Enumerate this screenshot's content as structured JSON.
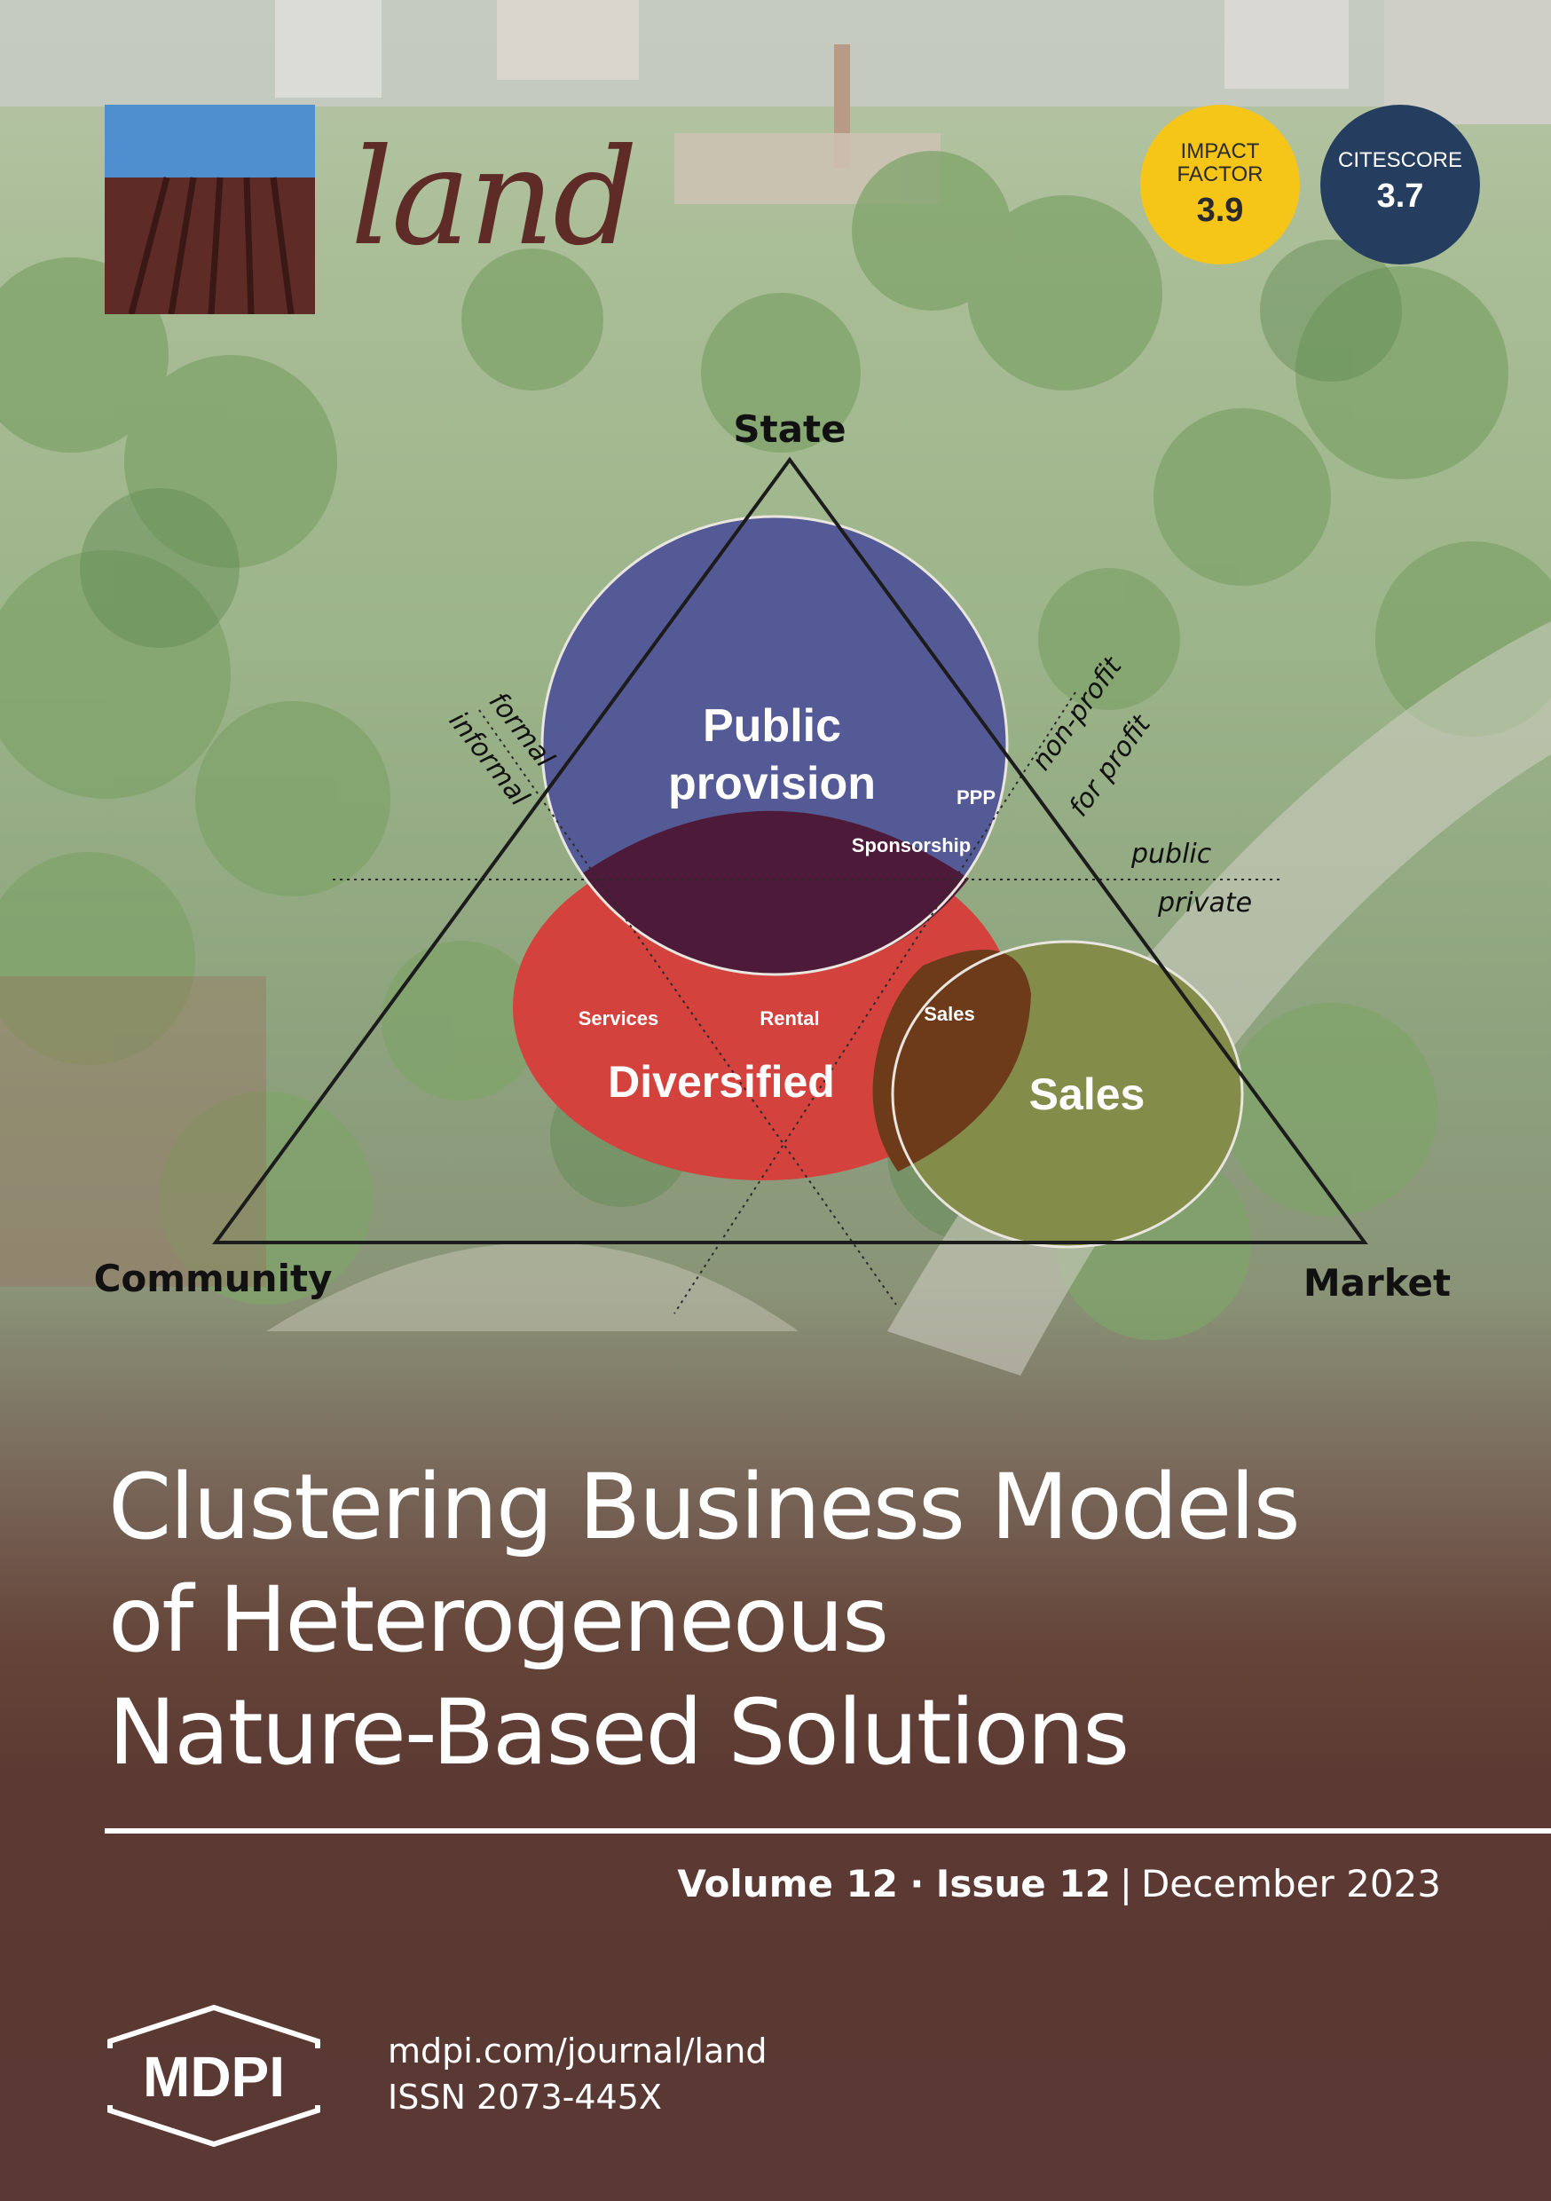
{
  "journal": {
    "name": "land"
  },
  "badges": {
    "impact_factor": {
      "label": "IMPACT FACTOR",
      "value": "3.9",
      "color": "#f5c518"
    },
    "citescore": {
      "label": "CITESCORE",
      "value": "3.7",
      "color": "#253e5f"
    }
  },
  "diagram": {
    "vertices": {
      "state": "State",
      "community": "Community",
      "market": "Market"
    },
    "circles": {
      "public_provision": {
        "line1": "Public",
        "line2": "provision",
        "color": "#545a96"
      },
      "diversified": {
        "label": "Diversified",
        "color": "#d4423e"
      },
      "sales": {
        "label": "Sales",
        "color": "#848c4a"
      }
    },
    "inner_labels": {
      "ppp": "PPP",
      "sponsorship": "Sponsorship",
      "services": "Services",
      "rental": "Rental",
      "sales_overlap": "Sales"
    },
    "axis_labels": {
      "formal": "formal",
      "informal": "informal",
      "non_profit": "non-profit",
      "for_profit": "for profit",
      "public": "public",
      "private": "private"
    }
  },
  "article": {
    "title_lines": [
      "Clustering Business Models",
      "of Heterogeneous",
      "Nature-Based Solutions"
    ]
  },
  "issue": {
    "volume": "Volume 12",
    "dot": "·",
    "issue": "Issue 12",
    "separator": "|",
    "date": "December 2023"
  },
  "publisher": {
    "name": "MDPI",
    "url": "mdpi.com/journal/land",
    "issn": "ISSN 2073-445X"
  }
}
